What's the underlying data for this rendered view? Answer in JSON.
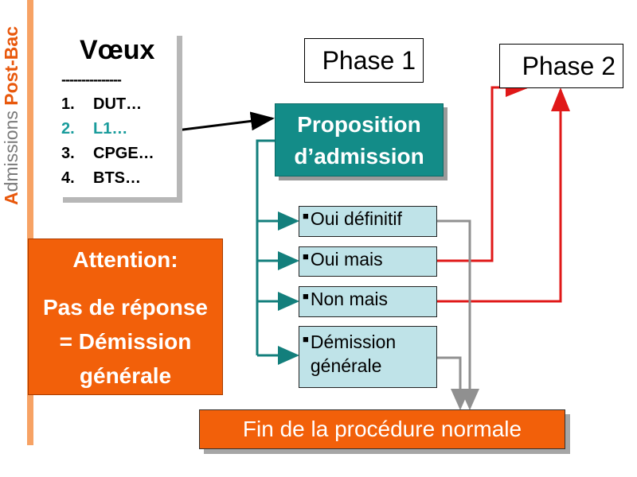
{
  "sidebar": {
    "first_letter": "A",
    "rest": "dmissions ",
    "suffix": "Post-Bac"
  },
  "voeux": {
    "title": "Vœux",
    "divider": "---------------",
    "items": [
      {
        "num": "1.",
        "label": "DUT…"
      },
      {
        "num": "2.",
        "label": "L1…"
      },
      {
        "num": "3.",
        "label": "CPGE…"
      },
      {
        "num": "4.",
        "label": "BTS…"
      }
    ]
  },
  "phase1": "Phase 1",
  "phase2": "Phase 2",
  "proposition": {
    "line1": "Proposition",
    "line2": "d’admission"
  },
  "options": [
    {
      "line1": "Oui définitif",
      "line2": ""
    },
    {
      "line1": "Oui mais",
      "line2": ""
    },
    {
      "line1": "Non mais",
      "line2": ""
    },
    {
      "line1": "Démission",
      "line2": "générale"
    }
  ],
  "attention": {
    "title": "Attention:",
    "line1": "Pas de réponse",
    "line2": "= Démission",
    "line3": "générale"
  },
  "fin": "Fin de la procédure normale",
  "colors": {
    "accent": "#f2600a",
    "teal": "#138c88",
    "option_bg": "#bfe3e8",
    "red_arrow": "#e01818",
    "gray_arrow": "#909090"
  }
}
